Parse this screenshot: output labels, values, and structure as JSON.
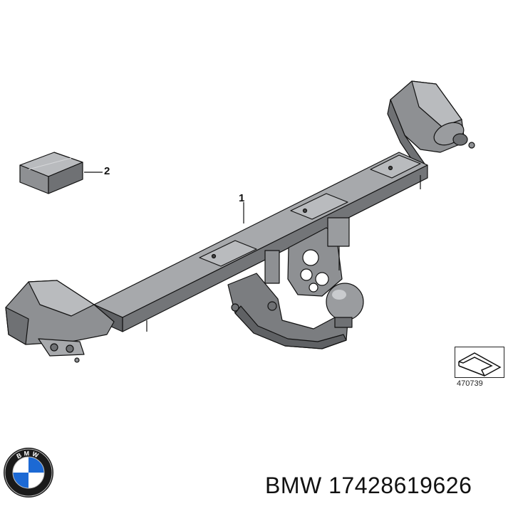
{
  "diagram": {
    "callouts": [
      {
        "id": "c1",
        "label": "1",
        "part": "tow-hitch-assembly"
      },
      {
        "id": "c2",
        "label": "2",
        "part": "electrical-kit-box"
      }
    ],
    "reference_number": "470739"
  },
  "caption": {
    "brand": "BMW",
    "part_number": "17428619626",
    "full": "BMW 17428619626"
  },
  "logo": {
    "text": "BMW",
    "colors": {
      "ring": "#1a1a1a",
      "blue": "#1c69d4",
      "white": "#ffffff"
    }
  },
  "colors": {
    "part_fill": "#8e9093",
    "part_dark": "#5f6164",
    "part_light": "#b9bbbe",
    "outline": "#111111"
  }
}
